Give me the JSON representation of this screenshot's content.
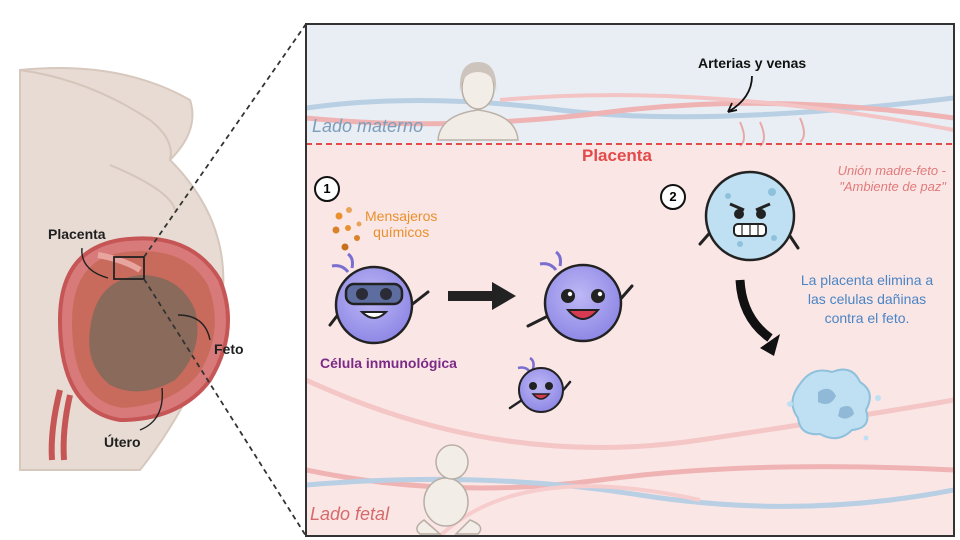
{
  "left": {
    "placenta_label": "Placenta",
    "feto_label": "Feto",
    "utero_label": "Útero"
  },
  "zoom": {
    "arterias_label": "Arterias y venas",
    "lado_materno": "Lado materno",
    "placenta_title": "Placenta",
    "lado_fetal": "Lado fetal",
    "step1": "1",
    "step2": "2",
    "mensajeros_line1": "Mensajeros",
    "mensajeros_line2": "químicos",
    "celula_label": "Célula inmunológica",
    "union_line1": "Unión madre-feto -",
    "union_line2": "\"Ambiente de paz\"",
    "elimina_line1": "La placenta elimina a",
    "elimina_line2": "las celulas dañinas",
    "elimina_line3": "contra el feto."
  },
  "colors": {
    "maternal_bg": "#e8eef4",
    "fetal_bg": "#fbe6e6",
    "placenta_red": "#e34a4a",
    "orange": "#e8902c",
    "purple": "#7b2a86",
    "blue_text": "#4a84c4",
    "cell_purple": "#a9a3ee",
    "cell_blue": "#bfe0f2"
  }
}
